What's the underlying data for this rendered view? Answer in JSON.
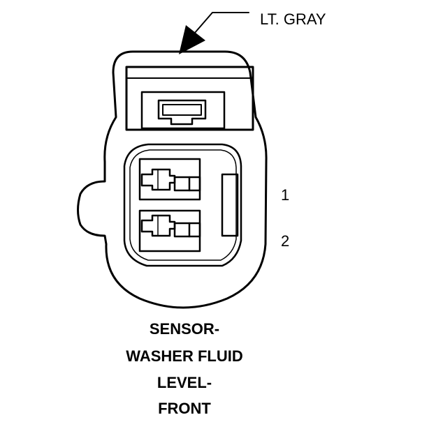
{
  "diagram": {
    "wire_color_label": "LT. GRAY",
    "pin_labels": [
      "1",
      "2"
    ],
    "caption_lines": [
      "SENSOR-",
      "WASHER FLUID",
      "LEVEL-",
      "FRONT"
    ],
    "stroke_color": "#000000",
    "background_color": "#ffffff"
  }
}
